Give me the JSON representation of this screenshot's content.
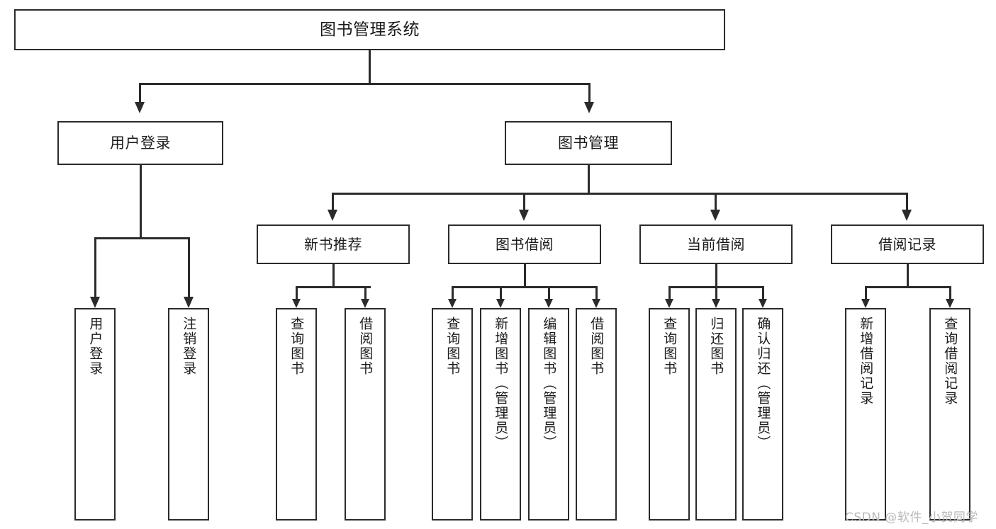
{
  "diagram": {
    "type": "tree-hierarchy-diagram",
    "title": "图书管理系统",
    "watermark": "CSDN @软件_小贺同学",
    "root": {
      "label": "图书管理系统"
    },
    "level2": [
      {
        "label": "用户登录"
      },
      {
        "label": "图书管理"
      }
    ],
    "level3": [
      {
        "label": "新书推荐"
      },
      {
        "label": "图书借阅"
      },
      {
        "label": "当前借阅"
      },
      {
        "label": "借阅记录"
      }
    ],
    "leaves": {
      "user_login": [
        {
          "label": "用户登录"
        },
        {
          "label": "注销登录"
        }
      ],
      "new_book_recommend": [
        {
          "label": "查询图书"
        },
        {
          "label": "借阅图书"
        }
      ],
      "book_borrow": [
        {
          "label": "查询图书"
        },
        {
          "label": "新增图书（管理员）"
        },
        {
          "label": "编辑图书（管理员）"
        },
        {
          "label": "借阅图书"
        }
      ],
      "current_borrow": [
        {
          "label": "查询图书"
        },
        {
          "label": "归还图书"
        },
        {
          "label": "确认归还（管理员）"
        }
      ],
      "borrow_record": [
        {
          "label": "新增借阅记录"
        },
        {
          "label": "查询借阅记录"
        }
      ]
    },
    "colors": {
      "stroke": "#2b2b2b",
      "fill": "#ffffff",
      "text": "#1a1a1a",
      "watermark": "#b9b9b9"
    }
  }
}
